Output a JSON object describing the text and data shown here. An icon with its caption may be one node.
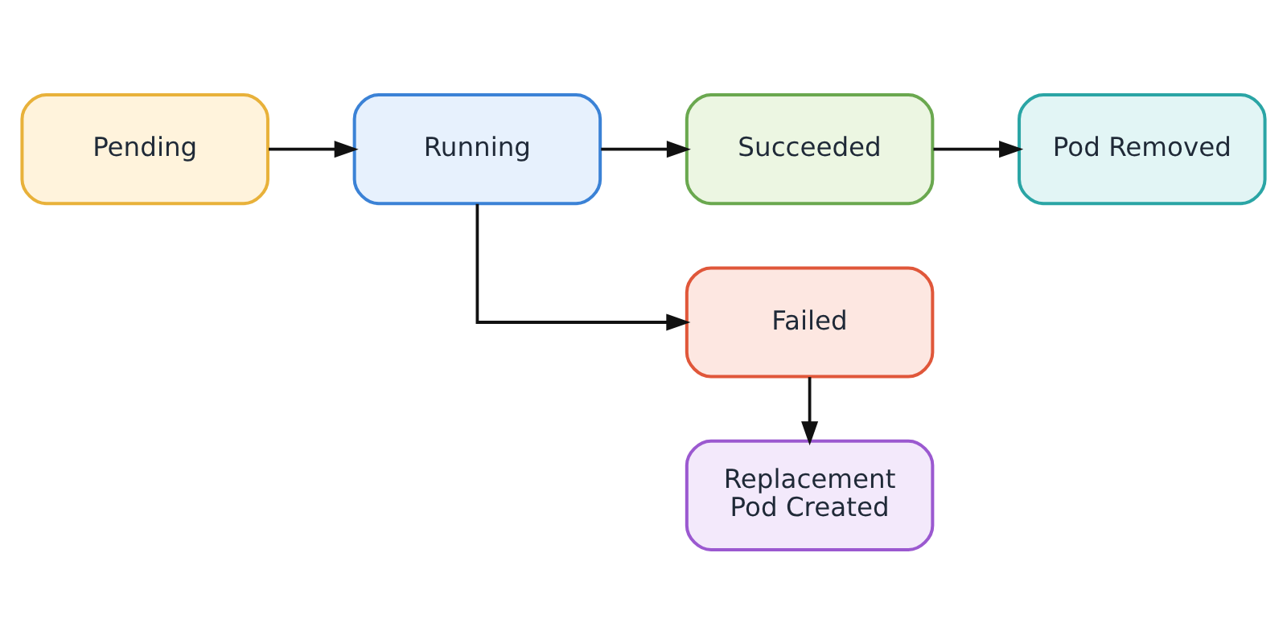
{
  "diagram": {
    "nodes": [
      {
        "text": [
          "Pending"
        ]
      },
      {
        "text": [
          "Running"
        ]
      },
      {
        "text": [
          "Succeeded"
        ]
      },
      {
        "text": [
          "Pod Removed"
        ]
      },
      {
        "text": [
          "Failed"
        ]
      },
      {
        "text": [
          "Replacement Pod Created"
        ]
      }
    ],
    "edges": [
      {
        "from": 0,
        "to": 1,
        "arrow": "to"
      },
      {
        "from": 1,
        "to": 2,
        "arrow": "to"
      },
      {
        "from": 2,
        "to": 3,
        "arrow": "to"
      },
      {
        "from": 1,
        "to": 4,
        "arrow": "to"
      },
      {
        "from": 4,
        "to": 5,
        "arrow": "to"
      }
    ]
  }
}
